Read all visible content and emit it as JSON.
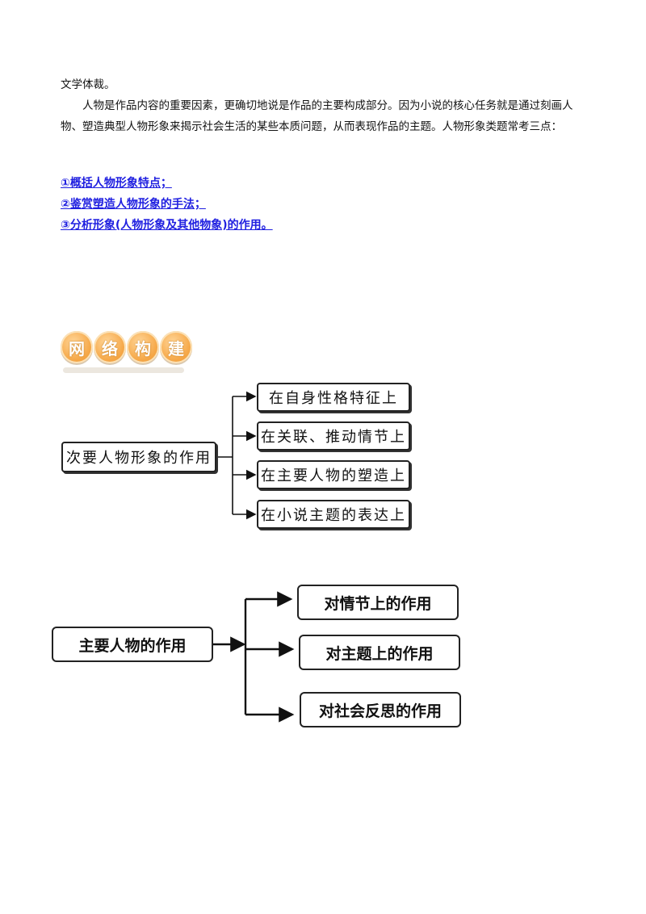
{
  "intro": {
    "line1": "文学体裁。",
    "para": "人物是作品内容的重要因素，更确切地说是作品的主要构成部分。因为小说的核心任务就是通过刻画人物、塑造典型人物形象来揭示社会生活的某些本质问题，从而表现作品的主题。人物形象类题常考三点："
  },
  "points": [
    "①概括人物形象特点；",
    "②鉴赏塑造人物形象的手法；",
    "③分析形象(人物形象及其他物象)的作用。"
  ],
  "section_title": [
    "网",
    "络",
    "构",
    "建"
  ],
  "diagram1": {
    "root": "次要人物形象的作用",
    "branches": [
      "在自身性格特征上",
      "在关联、推动情节上",
      "在主要人物的塑造上",
      "在小说主题的表达上"
    ]
  },
  "diagram2": {
    "root": "主要人物的作用",
    "branches": [
      "对情节上的作用",
      "对主题上的作用",
      "对社会反思的作用"
    ]
  },
  "colors": {
    "link_blue": "#1f1fe0",
    "badge_orange": "#f6a94a"
  }
}
